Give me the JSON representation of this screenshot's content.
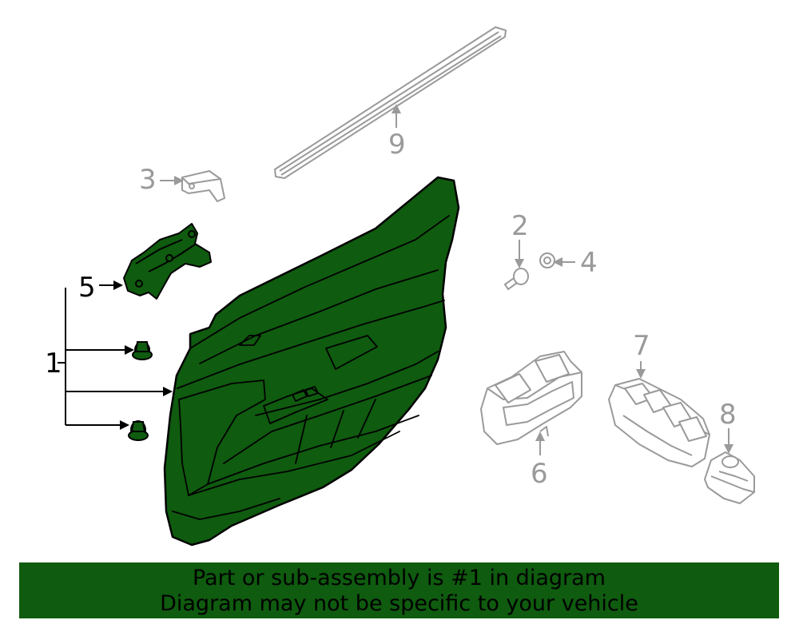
{
  "callouts": {
    "c1": "1",
    "c2": "2",
    "c3": "3",
    "c4": "4",
    "c5": "5",
    "c6": "6",
    "c7": "7",
    "c8": "8",
    "c9": "9"
  },
  "banner": {
    "line1": "Part or sub-assembly is #1 in diagram",
    "line2": "Diagram may not be specific to your vehicle"
  },
  "colors": {
    "highlight_fill": "#0f5b0f",
    "outline": "#000000",
    "other_parts": "#9a9a9a",
    "banner_background": "#0f5b0f"
  }
}
